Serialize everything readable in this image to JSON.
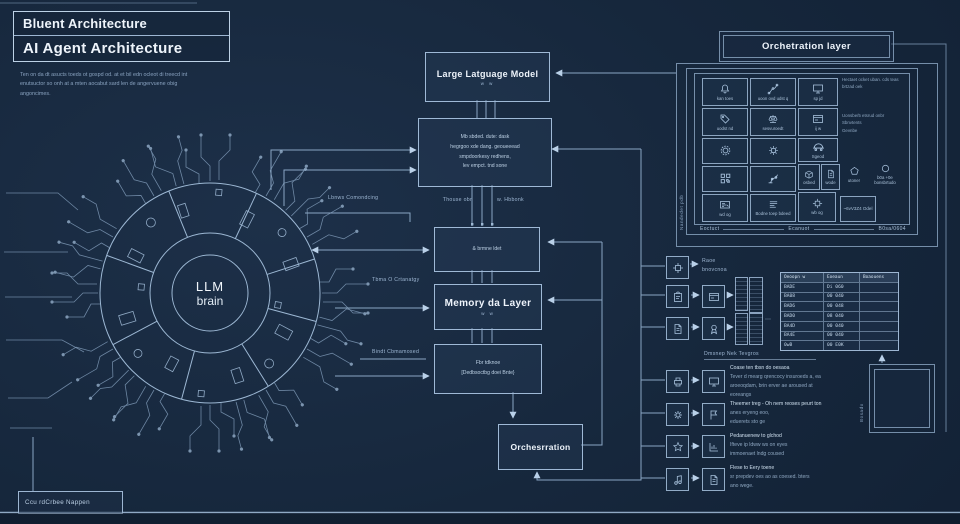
{
  "colors": {
    "background": "#16273c",
    "line": "#8aa6c4",
    "bright_text": "#eef4fb",
    "dim_text": "#8aa3c0",
    "accent": "#b9d0e8"
  },
  "title_block": {
    "subtitle": "Bluent Architecture",
    "title": "AI Agent Architecture",
    "description": [
      "Ten on da dt asucts toeds ot gospd od. at et bil edn ocleot di treecd int",
      "enutsuctor so onh at a mten aocabut sard len de angervuene obig",
      "angoncimes."
    ]
  },
  "brain": {
    "line1": "LLM",
    "line2": "brain"
  },
  "flow": {
    "llm_box": {
      "title": "Large Latguage Model",
      "sub": "w  w"
    },
    "process_box": {
      "lines": [
        "Mb sbded. dute: dask",
        "hegrgoo xde dang. geoueeead",
        "smpdoorkesy redhens,",
        "lev empct. tnd sone"
      ]
    },
    "label_left": "Thouse obr",
    "label_right": "w. Hbbonk",
    "context_box": {
      "text": "& brmne ldet"
    },
    "memory_box": {
      "title": "Memory da Layer",
      "sub": "w  w"
    },
    "detail_box": {
      "lines": [
        "Fbr tdknoe",
        "[Dedbsoctbg doei Bnte}"
      ]
    },
    "orchestration_box": {
      "title": "Orchesrration"
    },
    "connector_labels": {
      "top": "Lbnws Comondcing",
      "middle": "Tbma O Crtanatgy",
      "bottom": "Bindt Cbmamosed"
    }
  },
  "right_panel": {
    "title": "Orchetration layer",
    "side_label": "Nandedet pdb",
    "grid": {
      "col1": [
        {
          "icon": "bell-icon",
          "ref": "#i-bell",
          "label": "kan toes"
        },
        {
          "icon": "tag-icon",
          "ref": "#i-tag",
          "label": "uodst nd"
        },
        {
          "icon": "seal-icon",
          "ref": "#i-seal",
          "label": ""
        },
        {
          "icon": "qr-code-icon",
          "ref": "#i-qr",
          "label": ""
        },
        {
          "icon": "schematic-icon",
          "ref": "#i-board",
          "label": "wd og"
        }
      ],
      "col2": [
        {
          "icon": "route-icon",
          "ref": "#i-route",
          "label": "uoon ovd udst q"
        },
        {
          "icon": "scale-icon",
          "ref": "#i-scale",
          "label": "sesvuroedt"
        },
        {
          "icon": "gear-icon",
          "ref": "#i-gear",
          "label": ""
        },
        {
          "icon": "robot-arm-icon",
          "ref": "#i-arm",
          "label": ""
        },
        {
          "icon": "list-icon",
          "ref": "#i-lines",
          "label": "Bodne toep bdeed"
        }
      ],
      "col3": [
        {
          "icon": "monitor-icon",
          "ref": "#i-screen",
          "label": "sp jd"
        },
        {
          "icon": "card-icon",
          "ref": "#i-card",
          "label": "ij w"
        },
        {
          "icon": "vehicle-icon",
          "ref": "#i-dome",
          "label": "Sgeod"
        }
      ],
      "minis": [
        {
          "icon": "box-icon",
          "ref": "#i-box",
          "label": "osbed"
        },
        {
          "icon": "document-icon",
          "ref": "#i-doc",
          "label": "wode"
        },
        {
          "icon": "pentagon-icon",
          "ref": "#i-pent",
          "label": "utoner"
        },
        {
          "icon": "circle-icon",
          "ref": "#i-circ",
          "label": "b0a +0e bonsbrtudo"
        }
      ],
      "bottom": [
        {
          "icon": "chip-icon",
          "ref": "#i-chip",
          "label": "wb og"
        },
        {
          "label": "~6vV3Z4 Odel"
        }
      ]
    },
    "notes": {
      "note1": [
        "Hectaet ocket uban. cds teas",
        "brtzad oek"
      ],
      "note2": [
        "Uonsbe/5 etsrud  onbr Sbnvtents",
        "Gevnbe"
      ]
    },
    "footer_labels": [
      "Eoctuct",
      "Ecanuot",
      "B0sa/0604"
    ]
  },
  "pipeline": {
    "row1_label": [
      "Raoe",
      "bnovcnoa"
    ],
    "rows": [
      {
        "icon1": "chip-icon",
        "ref1": "#i-chip"
      },
      {
        "icon1": "clipboard-icon",
        "ref1": "#i-clip",
        "icon2": "card-icon",
        "ref2": "#i-card"
      },
      {
        "icon1": "document-icon",
        "ref1": "#i-doc",
        "icon2": "badge-icon",
        "ref2": "#i-badge"
      }
    ],
    "dots": "⋯",
    "table": {
      "headers": [
        "Oeoopn w",
        "Eoeaun",
        "Boaouens"
      ],
      "rows": [
        [
          "BADE",
          "Di 060",
          ""
        ],
        [
          "BA08",
          "00 040",
          ""
        ],
        [
          "BAD6",
          "00 048",
          ""
        ],
        [
          "BAD0",
          "08 040",
          ""
        ],
        [
          "BA4D",
          "00 040",
          ""
        ],
        [
          "BA4E",
          "00 040",
          ""
        ],
        [
          "0wB",
          "00 E0K",
          ""
        ]
      ]
    },
    "caption": "Dmsnep Nek Tevgros"
  },
  "legend": {
    "rows": [
      {
        "icon1": "printer-icon",
        "ref1": "#i-printer",
        "icon2": "monitor-icon",
        "ref2": "#i-screen",
        "lines": [
          "Coase ten tbsn do oesaoa",
          "Tever d mearg qrencocy insuroeds a, ea",
          "aroeoqdam, brin erver ae aroused at",
          "eoreangs"
        ]
      },
      {
        "icon1": "gear-icon",
        "ref1": "#i-gear",
        "icon2": "flag-icon",
        "ref2": "#i-flag",
        "lines": [
          "Theemer treg - Oh nem reoses peurt ton",
          "anes eryeng eoo,",
          "eduerets sto ge"
        ]
      },
      {
        "icon1": "star-icon",
        "ref1": "#i-star",
        "icon2": "chart-icon",
        "ref2": "#i-chart",
        "lines": [
          "Pedanuenew to glchod",
          "Ifteve ip ldww ws on eyes",
          "immoenaet lndg coused"
        ]
      },
      {
        "icon1": "music-note-icon",
        "ref1": "#i-note",
        "icon2": "document-icon",
        "ref2": "#i-doc",
        "lines": [
          "Flese to Eery toene",
          "sr prepdev oes ao as coesed. bters",
          "ano wege."
        ]
      }
    ]
  },
  "output_box": {
    "side_label": "Bosado"
  },
  "footer_box": {
    "text": "Ccu rdCrbee Nappen"
  }
}
